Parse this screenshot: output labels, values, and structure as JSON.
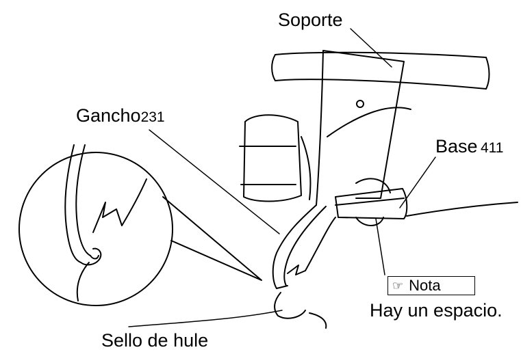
{
  "labels": {
    "soporte": "Soporte",
    "gancho": "Gancho",
    "gancho_num": "231",
    "base": "Base",
    "base_num": "411",
    "sello": "Sello de hule",
    "nota": "Nota",
    "espacio": "Hay un espacio."
  },
  "icons": {
    "note": "pointing-hand-note-icon"
  },
  "colors": {
    "ink": "#000000",
    "paper": "#ffffff"
  }
}
